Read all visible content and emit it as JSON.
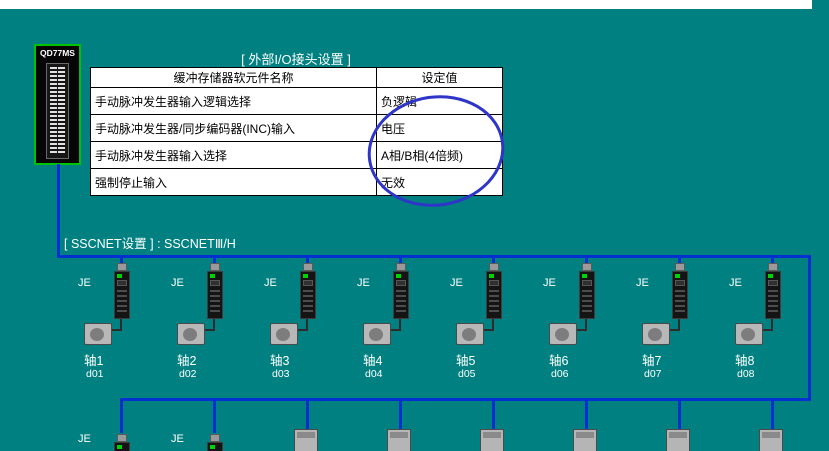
{
  "colors": {
    "background": "#008080",
    "bus_line": "#0030d0",
    "annotation": "#2e35c8",
    "module_border": "#00c300"
  },
  "module": {
    "label": "QD77MS"
  },
  "io_settings": {
    "title": "[ 外部I/O接头设置 ]",
    "table": {
      "headers": [
        "缓冲存储器软元件名称",
        "设定值"
      ],
      "rows": [
        {
          "name": "手动脉冲发生器输入逻辑选择",
          "value": "负逻辑"
        },
        {
          "name": "手动脉冲发生器/同步编码器(INC)输入",
          "value": "电压"
        },
        {
          "name": "手动脉冲发生器输入选择",
          "value": "A相/B相(4倍频)"
        },
        {
          "name": "强制停止输入",
          "value": "无效"
        }
      ]
    }
  },
  "annotation": {
    "type": "hand-drawn-ellipse",
    "color": "#2e35c8",
    "circles": "设定值"
  },
  "sscnet": {
    "label": "[ SSCNET设置 ] : SSCNETⅢ/H"
  },
  "axes_row1": [
    {
      "amp": "JE",
      "axis": "轴1",
      "id": "d01"
    },
    {
      "amp": "JE",
      "axis": "轴2",
      "id": "d02"
    },
    {
      "amp": "JE",
      "axis": "轴3",
      "id": "d03"
    },
    {
      "amp": "JE",
      "axis": "轴4",
      "id": "d04"
    },
    {
      "amp": "JE",
      "axis": "轴5",
      "id": "d05"
    },
    {
      "amp": "JE",
      "axis": "轴6",
      "id": "d06"
    },
    {
      "amp": "JE",
      "axis": "轴7",
      "id": "d07"
    },
    {
      "amp": "JE",
      "axis": "轴8",
      "id": "d08"
    }
  ],
  "axes_row2": [
    {
      "amp": "JE"
    },
    {
      "amp": "JE"
    }
  ]
}
